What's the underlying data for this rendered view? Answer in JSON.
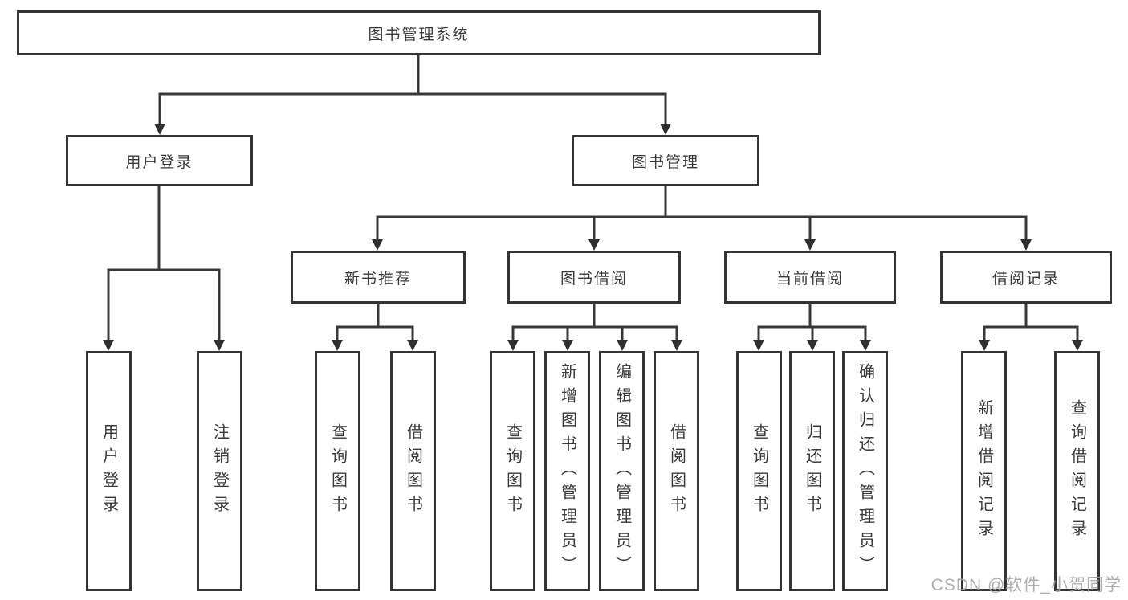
{
  "diagram": {
    "root": {
      "label": "图书管理系统",
      "children": [
        {
          "label": "用户登录",
          "children": [
            {
              "label": "用户登录"
            },
            {
              "label": "注销登录"
            }
          ]
        },
        {
          "label": "图书管理",
          "children": [
            {
              "label": "新书推荐",
              "children": [
                {
                  "label": "查询图书"
                },
                {
                  "label": "借阅图书"
                }
              ]
            },
            {
              "label": "图书借阅",
              "children": [
                {
                  "label": "查询图书"
                },
                {
                  "label": "新增图书（管理员）"
                },
                {
                  "label": "编辑图书（管理员）"
                },
                {
                  "label": "借阅图书"
                }
              ]
            },
            {
              "label": "当前借阅",
              "children": [
                {
                  "label": "查询图书"
                },
                {
                  "label": "归还图书"
                },
                {
                  "label": "确认归还（管理员）"
                }
              ]
            },
            {
              "label": "借阅记录",
              "children": [
                {
                  "label": "新增借阅记录"
                },
                {
                  "label": "查询借阅记录"
                }
              ]
            }
          ]
        }
      ]
    }
  },
  "watermark": {
    "text": "CSDN @软件_小贺同学"
  },
  "colors": {
    "line": "#383838",
    "box_border": "#343434",
    "text": "#3a3a3a",
    "watermark": "#a6a6a6",
    "background": "#ffffff"
  }
}
